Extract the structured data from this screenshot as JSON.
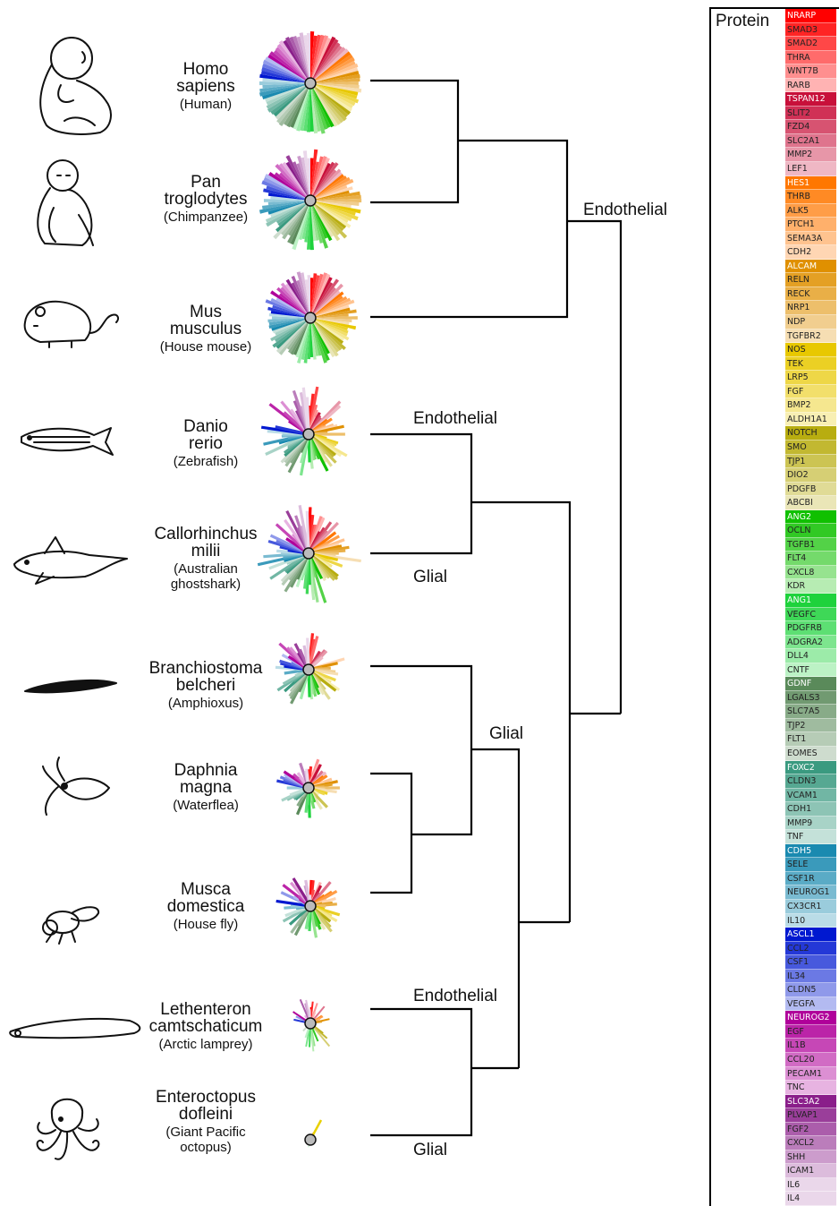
{
  "legend": {
    "title": "Protein",
    "groups": [
      {
        "color": "#ff0000",
        "items": [
          "NRARP",
          "SMAD3",
          "SMAD2",
          "THRA",
          "WNT7B",
          "RARB"
        ]
      },
      {
        "color": "#c8103a",
        "items": [
          "TSPAN12",
          "SLIT2",
          "FZD4",
          "SLC2A1",
          "MMP2",
          "LEF1"
        ]
      },
      {
        "color": "#ff7700",
        "items": [
          "HES1",
          "THRB",
          "ALK5",
          "PTCH1",
          "SEMA3A",
          "CDH2"
        ]
      },
      {
        "color": "#e09000",
        "items": [
          "ALCAM",
          "RELN",
          "RECK",
          "NRP1",
          "NDP",
          "TGFBR2"
        ]
      },
      {
        "color": "#e8c800",
        "items": [
          "NOS",
          "TEK",
          "LRP5",
          "FGF",
          "BMP2",
          "ALDH1A1"
        ]
      },
      {
        "color": "#b8ad10",
        "items": [
          "NOTCH",
          "SMO",
          "TJP1",
          "DIO2",
          "PDGFB",
          "ABCBI"
        ]
      },
      {
        "color": "#10c000",
        "items": [
          "ANG2",
          "OCLN",
          "TGFB1",
          "FLT4",
          "CXCL8",
          "KDR"
        ]
      },
      {
        "color": "#1ed23c",
        "items": [
          "ANG1",
          "VEGFC",
          "PDGFRB",
          "ADGRA2",
          "DLL4",
          "CNTF"
        ]
      },
      {
        "color": "#5a8a5a",
        "items": [
          "GDNF",
          "LGALS3",
          "SLC7A5",
          "TJP2",
          "FLT1",
          "EOMES"
        ]
      },
      {
        "color": "#3a9a80",
        "items": [
          "FOXC2",
          "CLDN3",
          "VCAM1",
          "CDH1",
          "MMP9",
          "TNF"
        ]
      },
      {
        "color": "#1a8ab0",
        "items": [
          "CDH5",
          "SELE",
          "CSF1R",
          "NEUROG1",
          "CX3CR1",
          "IL10"
        ]
      },
      {
        "color": "#0018d0",
        "items": [
          "ASCL1",
          "CCL2",
          "CSF1",
          "IL34",
          "CLDN5",
          "VEGFA"
        ]
      },
      {
        "color": "#b0009a",
        "items": [
          "NEUROG2",
          "EGF",
          "IL1B",
          "CCL20",
          "PECAM1",
          "TNC"
        ]
      },
      {
        "color": "#8a1e8a",
        "items": [
          "SLC3A2",
          "PLVAP1",
          "FGF2",
          "CXCL2",
          "SHH",
          "ICAM1",
          "IL6",
          "IL4"
        ]
      }
    ]
  },
  "species": [
    {
      "name1": "Homo",
      "name2": "sapiens",
      "common": "(Human)",
      "icon": "human-fetus-icon"
    },
    {
      "name1": "Pan",
      "name2": "troglodytes",
      "common": "(Chimpanzee)",
      "icon": "chimpanzee-icon"
    },
    {
      "name1": "Mus",
      "name2": "musculus",
      "common": "(House mouse)",
      "icon": "mouse-icon"
    },
    {
      "name1": "Danio",
      "name2": "rerio",
      "common": "(Zebrafish)",
      "icon": "zebrafish-icon"
    },
    {
      "name1": "Callorhinchus",
      "name2": "milii",
      "common": "(Australian",
      "common2": "ghostshark)",
      "icon": "ghostshark-icon"
    },
    {
      "name1": "Branchiostoma",
      "name2": "belcheri",
      "common": "(Amphioxus)",
      "icon": "amphioxus-icon"
    },
    {
      "name1": "Daphnia",
      "name2": "magna",
      "common": "(Waterflea)",
      "icon": "waterflea-icon"
    },
    {
      "name1": "Musca",
      "name2": "domestica",
      "common": "(House fly)",
      "icon": "housefly-icon"
    },
    {
      "name1": "Lethenteron",
      "name2": "camtschaticum",
      "common": "(Arctic lamprey)",
      "icon": "lamprey-icon"
    },
    {
      "name1": "Enteroctopus",
      "name2": "dofleini",
      "common": "(Giant Pacific",
      "common2": "octopus)",
      "icon": "octopus-icon"
    }
  ],
  "clade_labels": [
    "Endothelial",
    "Endothelial",
    "Glial",
    "Glial",
    "Endothelial",
    "Glial"
  ],
  "radial": [
    {
      "full": 1.0,
      "jitter": 0.08,
      "density": 1.0
    },
    {
      "full": 1.0,
      "jitter": 0.25,
      "density": 1.0
    },
    {
      "full": 0.92,
      "jitter": 0.2,
      "density": 1.0
    },
    {
      "full": 0.75,
      "jitter": 0.6,
      "density": 0.85
    },
    {
      "full": 0.8,
      "jitter": 0.6,
      "density": 0.85
    },
    {
      "full": 0.55,
      "jitter": 0.65,
      "density": 0.65
    },
    {
      "full": 0.5,
      "jitter": 0.65,
      "density": 0.6
    },
    {
      "full": 0.5,
      "jitter": 0.65,
      "density": 0.62
    },
    {
      "full": 0.38,
      "jitter": 0.7,
      "density": 0.3
    },
    {
      "full": 0.15,
      "jitter": 0.0,
      "density": 0.02
    }
  ]
}
